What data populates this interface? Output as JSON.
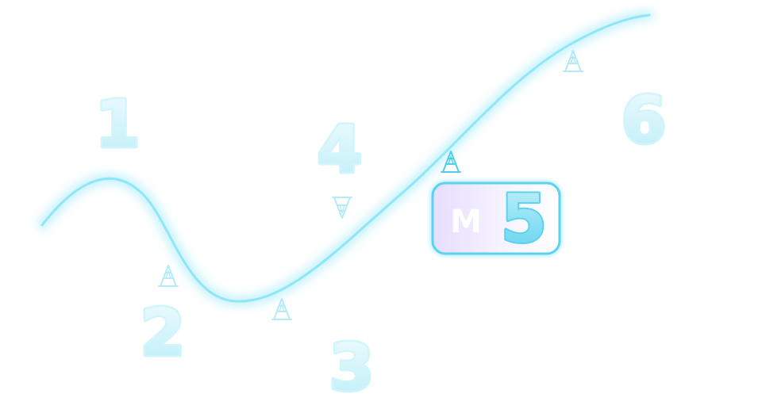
{
  "steps": [
    {
      "label": "1",
      "state": "inactive"
    },
    {
      "label": "2",
      "state": "inactive"
    },
    {
      "label": "3",
      "state": "inactive"
    },
    {
      "label": "4",
      "state": "inactive"
    },
    {
      "label": "5",
      "state": "active",
      "badge_prefix": "M"
    },
    {
      "label": "6",
      "state": "inactive"
    }
  ],
  "markers": [
    {
      "icon": "aerial-tower-icon",
      "orientation": "up"
    },
    {
      "icon": "aerial-tower-icon",
      "orientation": "up"
    },
    {
      "icon": "aerial-tower-icon",
      "orientation": "down"
    },
    {
      "icon": "aerial-tower-icon",
      "orientation": "up",
      "highlighted": true
    },
    {
      "icon": "aerial-tower-icon",
      "orientation": "up"
    }
  ],
  "colors": {
    "path": "#8fe6f6",
    "path_glow": "#b8f0fb",
    "number_fill_top": "#e8f9fd",
    "number_fill_bottom": "#bfeef8",
    "number_outline": "#cdf2fa",
    "active_accent": "#5ad3ee",
    "active_fill": "#7fdcf2",
    "badge_bg_left": "#e6ddfc",
    "badge_bg_right": "#ffffff",
    "marker": "#9fe4f3",
    "marker_highlight": "#4fcde9"
  }
}
